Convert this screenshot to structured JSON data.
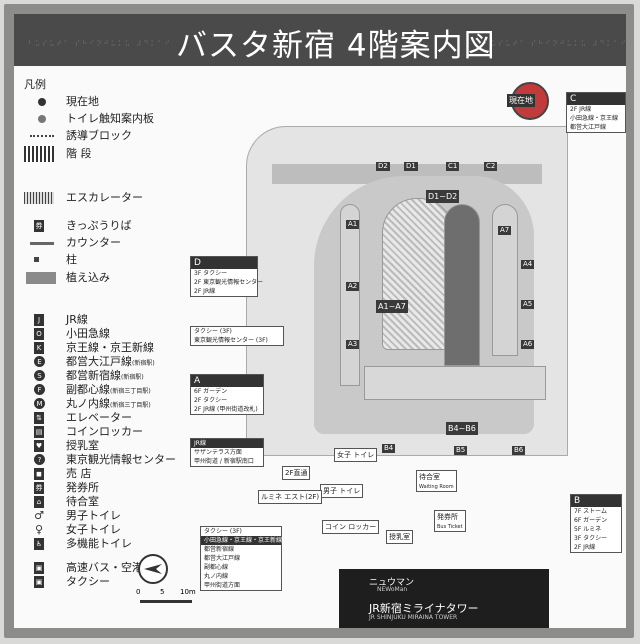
{
  "title": "バスタ新宿 4階案内図",
  "braille_note": "⠃⠥⠎⠥⠞⠁ ⠎⠓⠊⠝⠚⠥⠅⠥ ⠼⠙⠅⠁⠊",
  "legend": {
    "heading": "凡例",
    "items": [
      {
        "key": "current",
        "label": "現在地",
        "sub": ""
      },
      {
        "key": "tactile",
        "label": "トイレ触知案内板",
        "sub": ""
      },
      {
        "key": "guide",
        "label": "誘導ブロック",
        "sub": ""
      },
      {
        "key": "stairs",
        "label": "階 段",
        "sub": ""
      },
      {
        "key": "escalator",
        "label": "エスカレーター",
        "sub": ""
      },
      {
        "key": "kippu",
        "label": "きっぷうりば",
        "sub": ""
      },
      {
        "key": "counter",
        "label": "カウンター",
        "sub": ""
      },
      {
        "key": "pillar",
        "label": "柱",
        "sub": ""
      },
      {
        "key": "planting",
        "label": "植え込み",
        "sub": ""
      },
      {
        "key": "jr",
        "label": "JR線",
        "sub": ""
      },
      {
        "key": "odakyu",
        "label": "小田急線",
        "sub": ""
      },
      {
        "key": "keio",
        "label": "京王線・京王新線",
        "sub": ""
      },
      {
        "key": "oedo",
        "label": "都営大江戸線",
        "sub": "(新宿駅)"
      },
      {
        "key": "shinjuku",
        "label": "都営新宿線",
        "sub": "(新宿駅)"
      },
      {
        "key": "fukutoshin",
        "label": "副都心線",
        "sub": "(新宿三丁目駅)"
      },
      {
        "key": "marunouchi",
        "label": "丸ノ内線",
        "sub": "(新宿三丁目駅)"
      },
      {
        "key": "elevator",
        "label": "エレベーター",
        "sub": ""
      },
      {
        "key": "locker",
        "label": "コインロッカー",
        "sub": ""
      },
      {
        "key": "nursing",
        "label": "授乳室",
        "sub": ""
      },
      {
        "key": "tic",
        "label": "東京観光情報センター",
        "sub": ""
      },
      {
        "key": "shop",
        "label": "売 店",
        "sub": ""
      },
      {
        "key": "ticket",
        "label": "発券所",
        "sub": ""
      },
      {
        "key": "waiting",
        "label": "待合室",
        "sub": ""
      },
      {
        "key": "men",
        "label": "男子トイレ",
        "sub": ""
      },
      {
        "key": "women",
        "label": "女子トイレ",
        "sub": ""
      },
      {
        "key": "multi",
        "label": "多機能トイレ",
        "sub": ""
      },
      {
        "key": "bus",
        "label": "高速バス・空港バス",
        "sub": ""
      },
      {
        "key": "taxi",
        "label": "タクシー",
        "sub": ""
      }
    ]
  },
  "map": {
    "you_are_here": "現在地",
    "bays": [
      "A1",
      "A2",
      "A3",
      "A4",
      "A5",
      "A6",
      "A7",
      "B4",
      "B5",
      "B6",
      "C1",
      "C2",
      "D1",
      "D2"
    ],
    "center_label": "A1~A7",
    "b_label": "B4~B6",
    "d_label": "D1~D2",
    "waiting_room": "待合室",
    "waiting_room_en": "Waiting Room",
    "ticket_office": "発券所",
    "ticket_office_en": "Bus Ticket",
    "coin_locker": "コイン ロッカー",
    "nursing": "授乳室",
    "toilet_f": "女子 トイレ",
    "toilet_m": "男子 トイレ",
    "elevator_2f": "2F直通",
    "lumine": "ルミネ エスト(2F)",
    "callouts": {
      "D": {
        "letter": "D",
        "rows": [
          "3F タクシー",
          "2F 東京観光情報センター",
          "2F JR線"
        ]
      },
      "taxi_box": {
        "rows": [
          "タクシー (3F)",
          "東京観光情報センター (3F)"
        ]
      },
      "A": {
        "letter": "A",
        "rows": [
          "6F ガーデン",
          "2F タクシー",
          "2F JR線 (甲州街道改札)"
        ]
      },
      "JR": {
        "rows": [
          "JR線",
          "サザンテラス方面",
          "甲州街道 / 新宿駅南口"
        ]
      },
      "C": {
        "letter": "C",
        "rows": [
          "2F JR線",
          "小田急線・京王線",
          "都営大江戸線"
        ]
      },
      "B": {
        "letter": "B",
        "rows": [
          "7F ストーム",
          "6F ガーデン",
          "5F ルミネ",
          "3F タクシー",
          "2F JR線"
        ]
      },
      "transit": {
        "rows": [
          "タクシー (3F)",
          "小田急線・京王線・京王新線",
          "都営新宿線",
          "都営大江戸線",
          "副都心線",
          "丸ノ内線",
          "甲州街道方面"
        ]
      }
    },
    "newoman": "ニュウマン",
    "newoman_en": "NEWoMan",
    "tower": "JR新宿ミライナタワー",
    "tower_en": "JR SHINJUKU MIRAINA TOWER",
    "scale": [
      "0",
      "5",
      "10m"
    ]
  },
  "colors": {
    "frame": "#8c8c8a",
    "header": "#4a4a4a",
    "marker": "#c23b3b"
  }
}
